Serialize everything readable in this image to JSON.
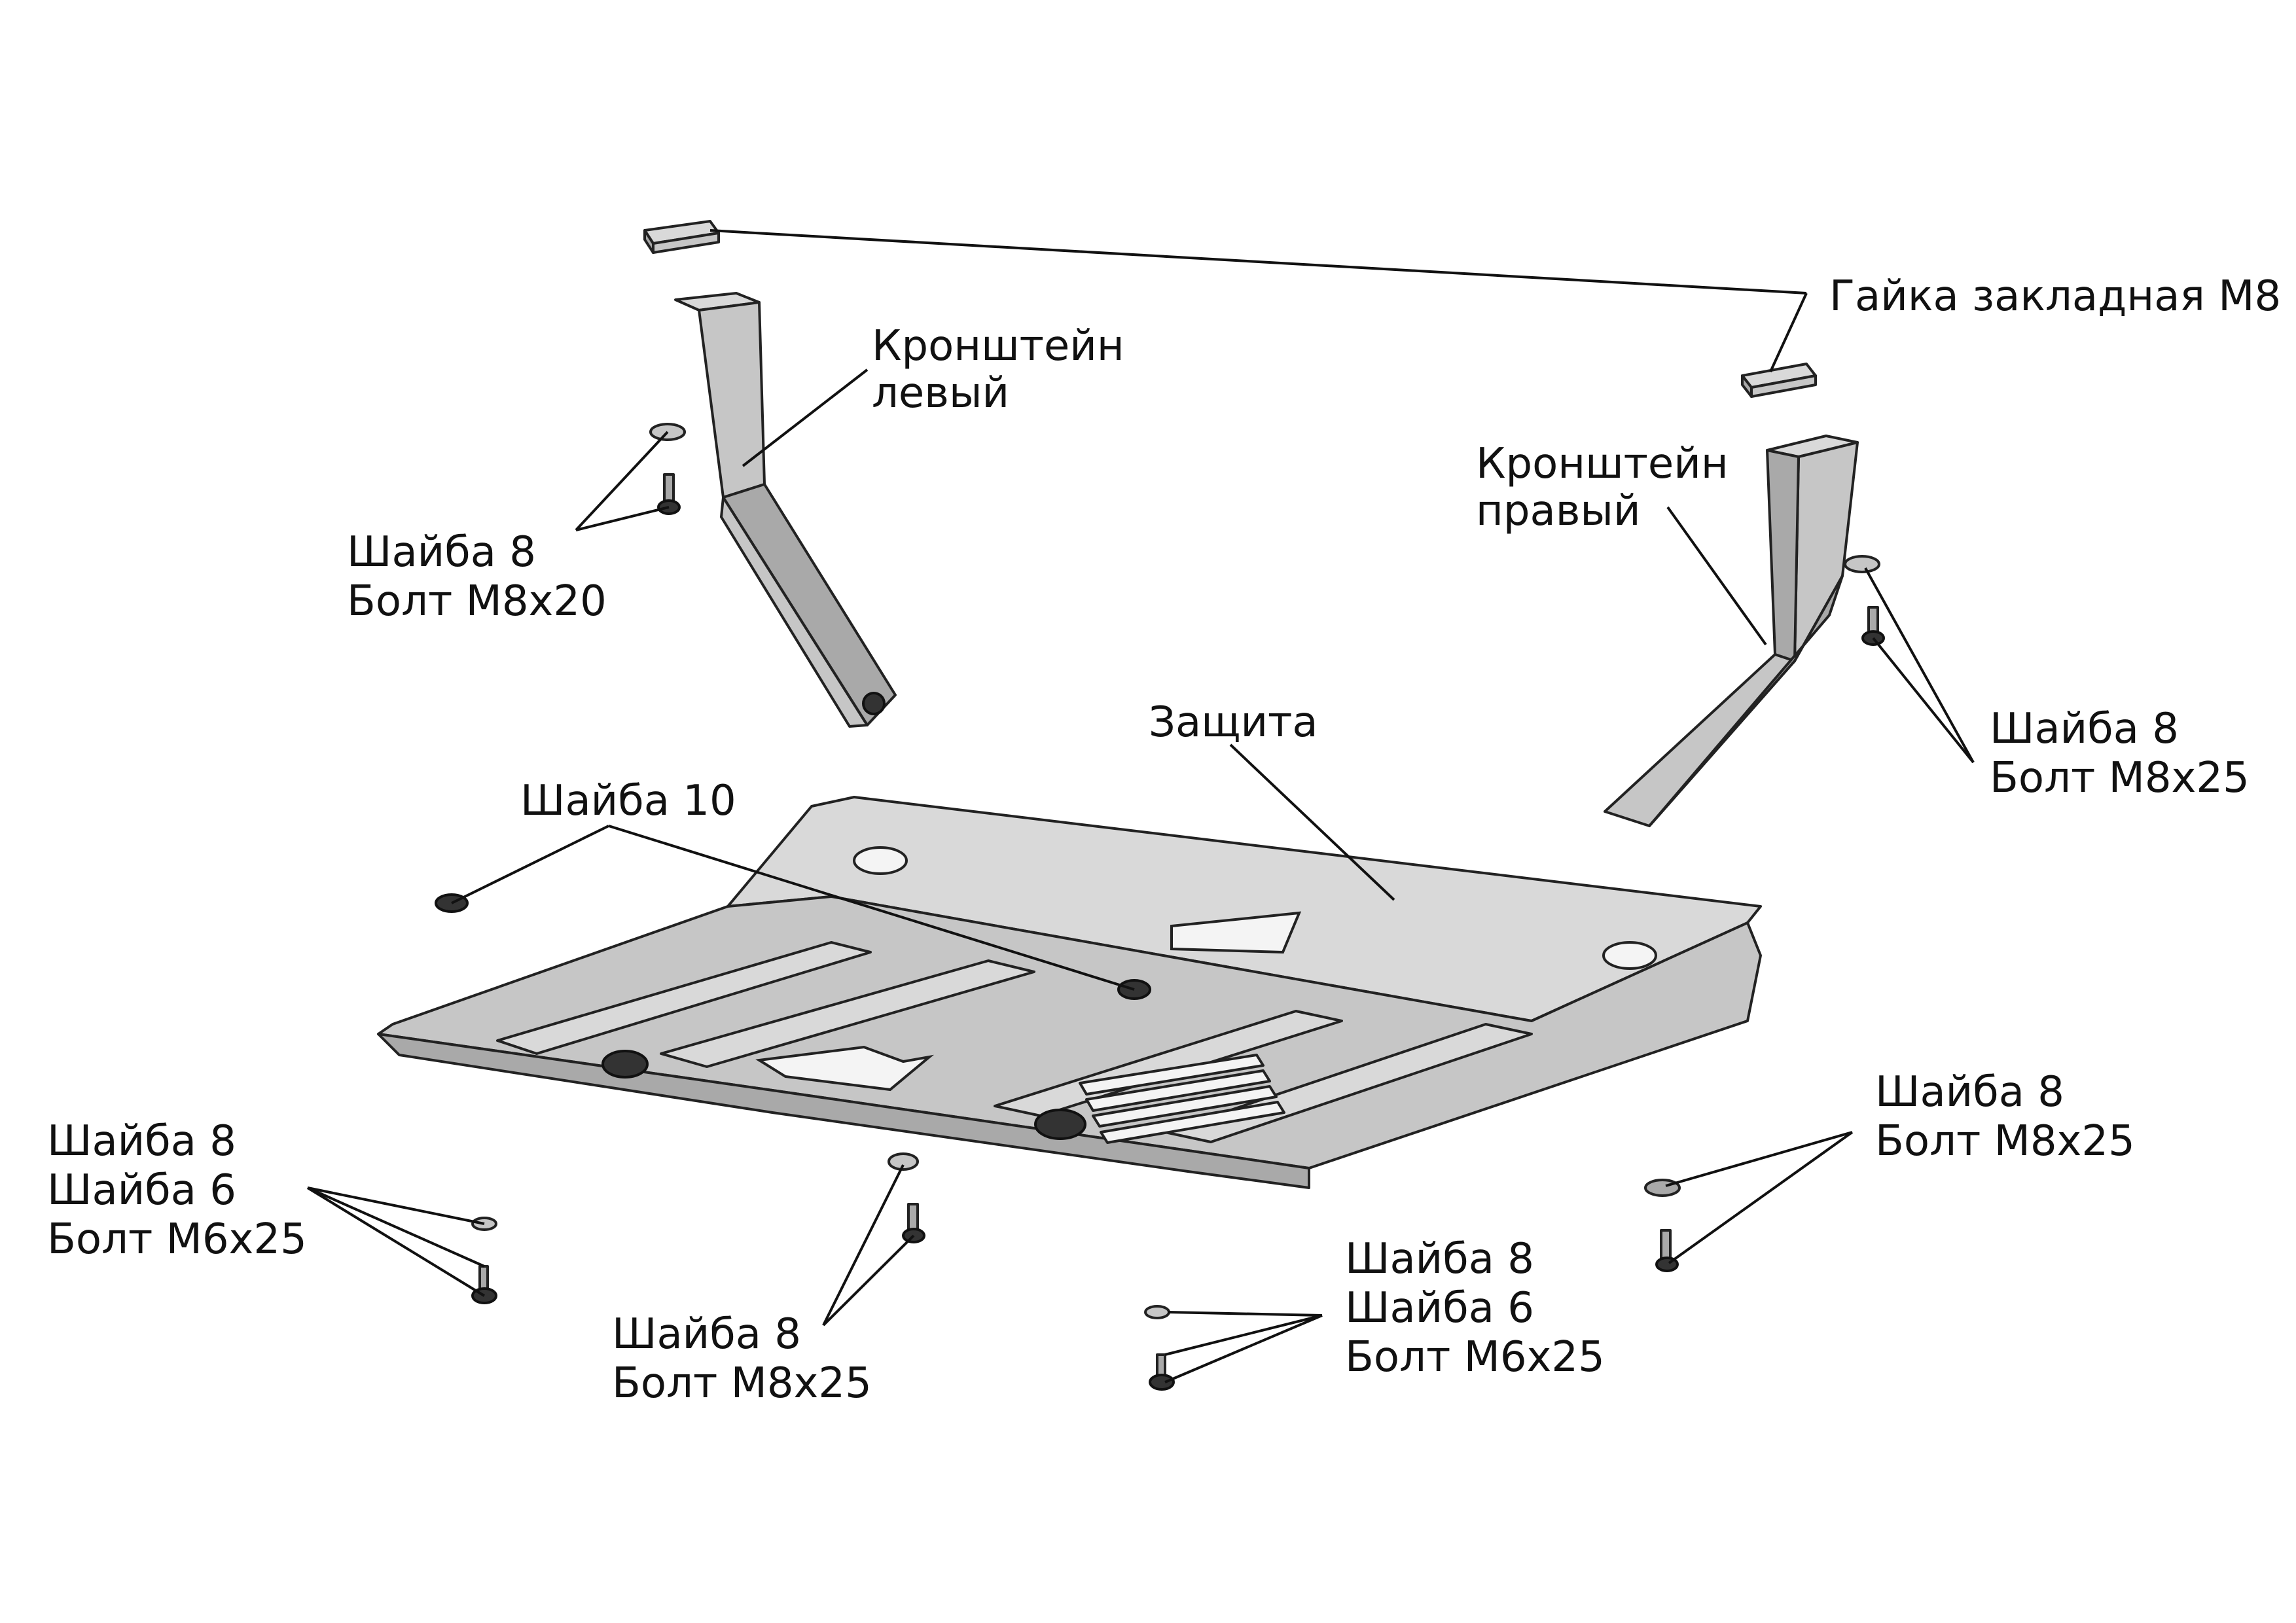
{
  "labels": {
    "nut_insert": "Гайка закладная М8",
    "bracket_left_line1": "Кронштейн",
    "bracket_left_line2": "левый",
    "bracket_right_line1": "Кронштейн",
    "bracket_right_line2": "правый",
    "guard": "Защита",
    "washer10": "Шайба 10",
    "top_left_fastener_line1": "Шайба 8",
    "top_left_fastener_line2": "Болт М8х20",
    "right_upper_fastener_line1": "Шайба 8",
    "right_upper_fastener_line2": "Болт М8х25",
    "right_lower_fastener_line1": "Шайба 8",
    "right_lower_fastener_line2": "Болт М8х25",
    "bottom_left_fastener_line1": "Шайба 8",
    "bottom_left_fastener_line2": "Шайба 6",
    "bottom_left_fastener_line3": "Болт М6х25",
    "bottom_center_fastener_line1": "Шайба 8",
    "bottom_center_fastener_line2": "Болт М8х25",
    "bottom_right_fastener_line1": "Шайба 8",
    "bottom_right_fastener_line2": "Шайба 6",
    "bottom_right_fastener_line3": "Болт М6х25"
  }
}
